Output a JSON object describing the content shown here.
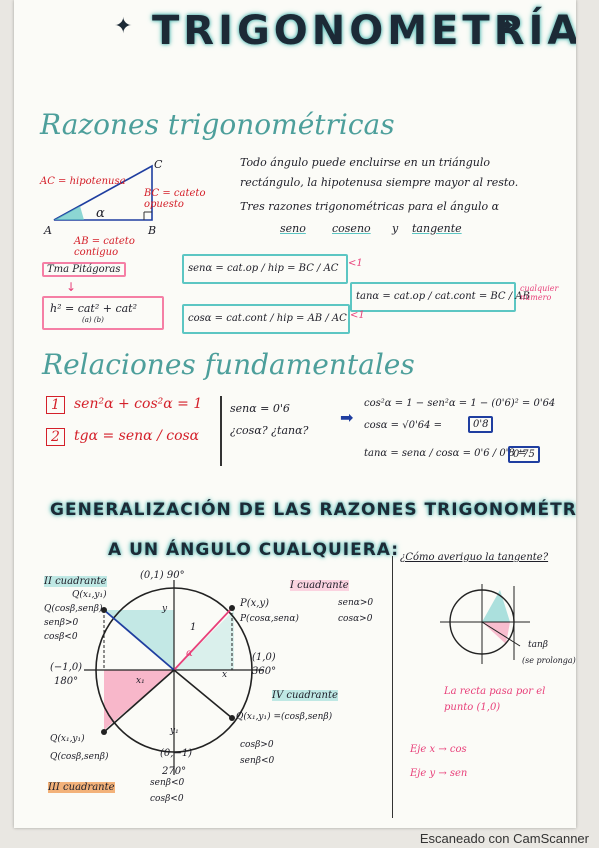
{
  "title": "TRIGONOMETRÍA",
  "section1": {
    "heading": "Razones trigonométricas",
    "label_ac": "AC = hipotenusa",
    "label_bc": "BC = cateto opuesto",
    "label_ab": "AB = cateto contiguo",
    "point_a": "A",
    "point_b": "B",
    "point_c": "C",
    "angle": "α",
    "text_line1": "Todo ángulo puede encluirse en un triángulo",
    "text_line2": "rectángulo, la hipotenusa siempre mayor al resto.",
    "text_line3": "Tres razones trigonométricas para el ángulo α",
    "seno": "seno",
    "coseno": "coseno",
    "y": "y",
    "tangente": "tangente",
    "pitagoras_label": "Tma Pitágoras",
    "pitagoras_formula": "h² = cat² + cat²",
    "pitagoras_sub": "(a)          (b)",
    "sen_formula": "senα = cat.op / hip = BC / AC",
    "sen_note": "<1",
    "cos_formula": "cosα = cat.cont / hip = AB / AC",
    "cos_note": "<1",
    "tan_formula": "tanα = cat.op / cat.cont = BC / AB",
    "tan_note": "cualquier número"
  },
  "section2": {
    "heading": "Relaciones fundamentales",
    "item1_num": "1",
    "item1": "sen²α + cos²α = 1",
    "item2_num": "2",
    "item2": "tgα = senα / cosα",
    "given1": "senα = 0'6",
    "given2": "¿cosα? ¿tanα?",
    "step1": "cos²α = 1 − sen²α = 1 − (0'6)² = 0'64",
    "step2": "cosα = √0'64 =",
    "step2_ans": "0'8",
    "step3": "tanα = senα / cosα = 0'6 / 0'8 =",
    "step3_ans": "0'75"
  },
  "section3": {
    "heading1": "GENERALIZACIÓN DE LAS RAZONES TRIGONOMÉTRICAS",
    "heading2": "A UN ÁNGULO CUALQUIERA:",
    "q2": "II cuadrante",
    "q1": "I cuadrante",
    "q4": "IV cuadrante",
    "q3": "III cuadrante",
    "top_pt": "(0,1) 90°",
    "left_pt": "(−1,0)",
    "left_deg": "180°",
    "right_pt": "(1,0)",
    "right_deg": "360°",
    "bottom_pt": "(0,−1)",
    "bottom_deg": "270°",
    "q2_point": "Q(x₁,y₁)",
    "q2_coords": "Q(cosβ,senβ)",
    "q2_sen": "senβ>0",
    "q2_cos": "cosβ<0",
    "p_point": "P(x,y)",
    "p_coords": "P(cosα,senα)",
    "q1_sen": "senα>0",
    "q1_cos": "cosα>0",
    "q4_point": "Q(x₁,y₁) =(cosβ,senβ)",
    "q4_cos": "cosβ>0",
    "q4_sen": "senβ<0",
    "q3_point": "Q(x₁,y₁)",
    "q3_coords": "Q(cosβ,senβ)",
    "q3_sen": "senβ<0",
    "q3_cos": "cosβ<0",
    "r_one": "1",
    "lbl_y": "y",
    "lbl_x": "x",
    "lbl_y1": "y₁",
    "lbl_x1": "x₁",
    "alpha": "α",
    "tangent_q": "¿Cómo averiguo la tangente?",
    "tan_beta": "tanβ",
    "se_prolonga": "(se prolonga)",
    "recta_line1": "La recta pasa por el",
    "recta_line2": "punto (1,0)",
    "eje_x": "Eje x → cos",
    "eje_y": "Eje y → sen"
  },
  "footer": "Escaneado con CamScanner",
  "colors": {
    "teal": "#5cc6c3",
    "pink": "#f57fa5",
    "red": "#d4202a",
    "blue": "#1f3ea0"
  }
}
